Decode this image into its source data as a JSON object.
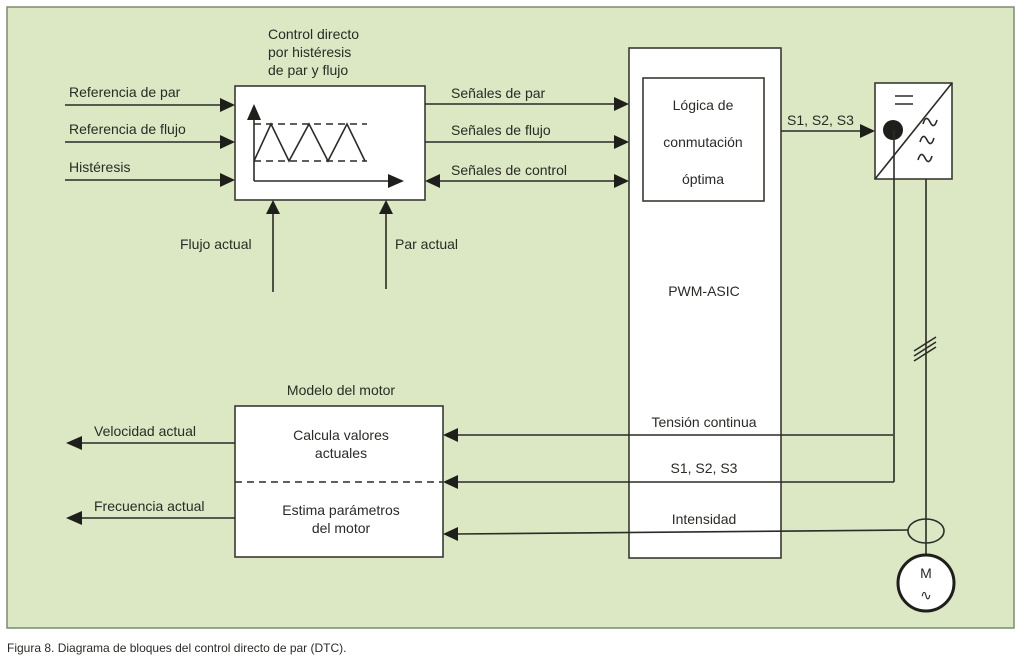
{
  "colors": {
    "background": "#dbe8c3",
    "line": "#2b2b27",
    "box_fill": "#ffffff",
    "text": "#2a2a26"
  },
  "hysteresis_block": {
    "title_lines": [
      "Control directo",
      "por histéresis",
      "de par y flujo"
    ],
    "inputs": [
      "Referencia de par",
      "Referencia de flujo",
      "Histéresis"
    ],
    "bottom_inputs": [
      "Flujo actual",
      "Par actual"
    ],
    "outputs": [
      "Señales de par",
      "Señales de flujo",
      "Señales de control"
    ]
  },
  "pwm_asic": {
    "label": "PWM-ASIC",
    "inner_block_lines": [
      "Lógica de",
      "conmutación",
      "óptima"
    ],
    "output_label": "S1, S2, S3",
    "feedback_labels": [
      "Tensión continua",
      "S1, S2, S3",
      "Intensidad"
    ]
  },
  "motor_model": {
    "title": "Modelo del motor",
    "upper_lines": [
      "Calcula valores",
      "actuales"
    ],
    "lower_lines": [
      "Estima parámetros",
      "del motor"
    ],
    "outputs": [
      "Velocidad actual",
      "Frecuencia actual"
    ]
  },
  "inverter": {
    "symbol_top": "=",
    "symbol_bottom": "~~~"
  },
  "motor": {
    "letter": "M",
    "symbol": "∿"
  },
  "caption": "Figura 8. Diagrama de bloques del control directo de par (DTC)."
}
